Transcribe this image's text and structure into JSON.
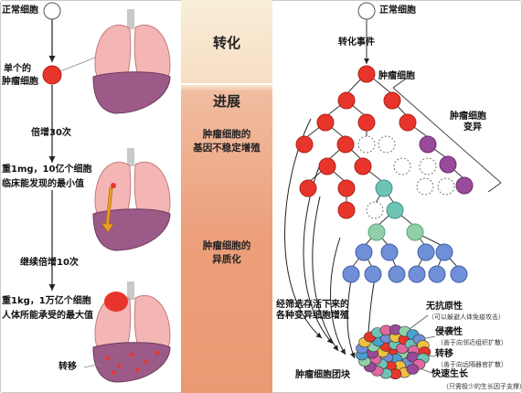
{
  "left_panel": {
    "normal_cell_label": "正常细胞",
    "single_tumor_cell_label": [
      "单个的",
      "肿瘤细胞"
    ],
    "doubling_30": "倍增30次",
    "clinical_min": [
      "重1mg，10亿个细胞",
      "临床能发现的最小值"
    ],
    "doubling_10": "继续倍增10次",
    "body_max": [
      "重1kg，1万亿个细胞",
      "人体所能承受的最大值"
    ],
    "metastasis": "转移"
  },
  "center_panel": {
    "transformation": "转化",
    "progression": "进展",
    "genome_instability": [
      "肿瘤细胞的",
      "基因不稳定增殖"
    ],
    "heterogeneity": [
      "肿瘤细胞的",
      "异质化"
    ]
  },
  "right_panel": {
    "normal_cell_label": "正常细胞",
    "transformation_event": "转化事件",
    "tumor_cell": "肿瘤细胞",
    "variant": [
      "肿瘤细胞",
      "变异"
    ],
    "selection": [
      "经筛选存活下来的",
      "各种变异细胞增殖"
    ],
    "tumor_mass": "肿瘤细胞团块",
    "traits": [
      {
        "title": "无抗原性",
        "note": "（可以躲避人体免疫攻击）"
      },
      {
        "title": "侵袭性",
        "note": "（善于向邻近组织扩散）"
      },
      {
        "title": "转移",
        "note": "（善于向远隔器官扩散）"
      },
      {
        "title": "快速生长",
        "note": "（只需极少的生长因子支撑）"
      }
    ]
  },
  "colors": {
    "red": "#e8352b",
    "purple": "#9a4a9a",
    "teal": "#6fc3b4",
    "light_green": "#8fd0a8",
    "blue": "#6f8fd6",
    "lung": "#f3b6b4",
    "liver": "#9b5a87",
    "orange": "#f0a020"
  }
}
